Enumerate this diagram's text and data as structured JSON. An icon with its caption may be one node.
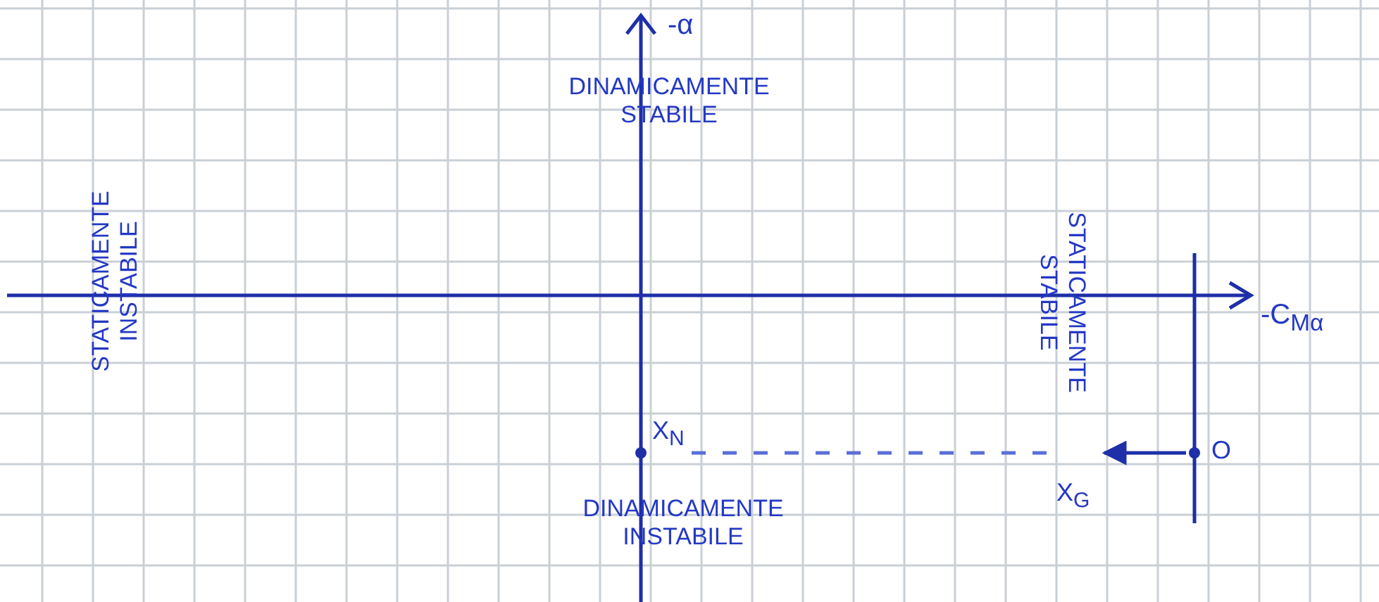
{
  "diagram": {
    "nodes": [
      {
        "text": [
          "X$_{N}$"
        ]
      },
      {
        "text": [
          "X$_{G}$"
        ]
      },
      {
        "text": [
          "O"
        ]
      }
    ],
    "edges": [
      {
        "from": 2,
        "to": 1,
        "arrow": "to"
      },
      {
        "from": 0,
        "to": 1,
        "arrow": "none",
        "style": "dashed"
      }
    ],
    "labels": [
      "-α",
      "DINAMICAMENTE STABILE",
      "STATICAMENTE INSTABILE",
      "STATICAMENTE STABILE",
      "-C$_{Mα}$",
      "DINAMICAMENTE INSTABILE"
    ]
  }
}
